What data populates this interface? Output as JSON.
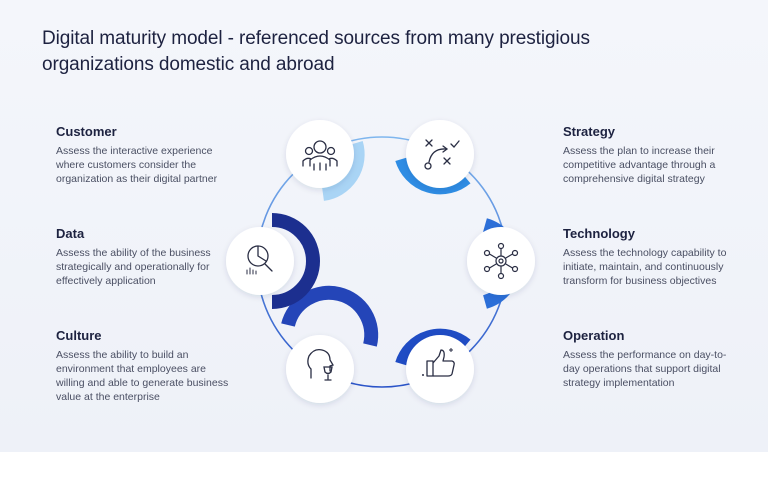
{
  "title": "Digital maturity model - referenced sources from many prestigious organizations domestic and abroad",
  "left": [
    {
      "heading": "Customer",
      "text": "Assess the interactive experience where customers consider the organization as their digital partner"
    },
    {
      "heading": "Data",
      "text": "Assess the ability of the business strategically and operationally for effectively application"
    },
    {
      "heading": "Culture",
      "text": "Assess the ability to build an environment that employees are willing and able to generate business value at the enterprise"
    }
  ],
  "right": [
    {
      "heading": "Strategy",
      "text": "Assess the plan to increase their competitive advantage through a comprehensive digital strategy"
    },
    {
      "heading": "Technology",
      "text": "Assess the technology capability to initiate, maintain, and continuously transform for business objectives"
    },
    {
      "heading": "Operation",
      "text": "Assess the performance on day-to-day operations that support digital strategy implementation"
    }
  ],
  "nodes": [
    {
      "icon": "customer-group-icon",
      "color": "#a9d4f5"
    },
    {
      "icon": "strategy-playbook-icon",
      "color": "#2f8de4"
    },
    {
      "icon": "technology-network-icon",
      "color": "#2c6fd8"
    },
    {
      "icon": "operation-thumbs-up-icon",
      "color": "#1f4cc4"
    },
    {
      "icon": "culture-trophy-icon",
      "color": "#2445b8"
    },
    {
      "icon": "data-analytics-icon",
      "color": "#1c2f8f"
    }
  ],
  "colors": {
    "ring": "#3d7fe0",
    "text_dark": "#1d2240",
    "text_body": "#4a4f63"
  }
}
